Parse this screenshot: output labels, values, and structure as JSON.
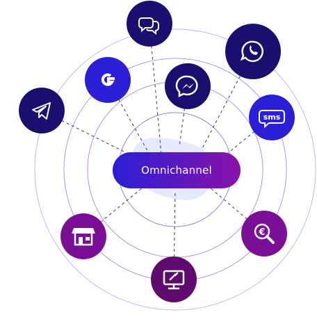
{
  "hub": {
    "label": "Omnichannel"
  },
  "channels": [
    {
      "id": "chat",
      "icon": "chat-bubbles-icon",
      "color": "#1a0f6e"
    },
    {
      "id": "whatsapp",
      "icon": "whatsapp-icon",
      "color": "#1a0f6e"
    },
    {
      "id": "google",
      "icon": "google-icon",
      "color": "#2a1fd6"
    },
    {
      "id": "messenger",
      "icon": "messenger-icon",
      "color": "#1a0f6e"
    },
    {
      "id": "telegram",
      "icon": "telegram-icon",
      "color": "#1a0f6e"
    },
    {
      "id": "sms",
      "icon": "sms-icon",
      "color": "#2a1fd6",
      "text": "sms"
    },
    {
      "id": "store",
      "icon": "store-icon",
      "color": "#7a0f96"
    },
    {
      "id": "euro-search",
      "icon": "euro-search-icon",
      "color": "#7a0f96",
      "text": "€"
    },
    {
      "id": "web-link",
      "icon": "monitor-link-icon",
      "color": "#5e0a6e"
    }
  ],
  "colors": {
    "ring": "#b9a6e8",
    "ring_inner": "#9b8ee0",
    "blob": "#e6eafb",
    "pill_start": "#2a1fd6",
    "pill_end": "#8a12a8",
    "dash": "#333333"
  }
}
